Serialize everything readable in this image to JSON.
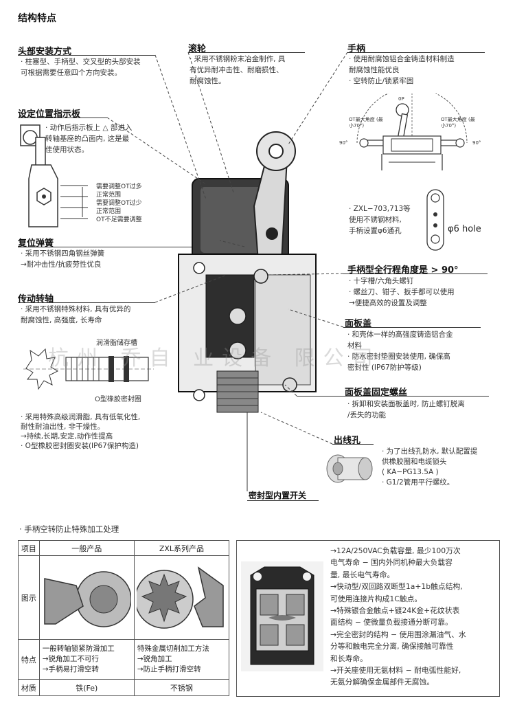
{
  "page_title": "结构特点",
  "sections": {
    "head_mount": {
      "title": "头部安装方式",
      "lines": [
        "· 柱塞型、手柄型、交叉型的头部安装",
        "  可根据需要任意四个方向安装。"
      ]
    },
    "indicator": {
      "title": "设定位置指示板",
      "lines": [
        "· 动作后指示板上 △ 部进入",
        "  转轴基座的凸面内, 这是最",
        "  佳使用状态。"
      ],
      "scale": [
        "需要调整OT过多",
        "正常范围",
        "需要调整OT过少",
        "正常范围",
        "OT不足需要调整"
      ]
    },
    "reset_spring": {
      "title": "复位弹簧",
      "lines": [
        "· 采用不锈钢四角钢丝弹簧",
        "  →耐冲击性/抗疲劳性优良"
      ]
    },
    "shaft": {
      "title": "传动转轴",
      "lines": [
        "· 采用不锈钢特殊材料, 具有优异的",
        "  耐腐蚀性, 高强度, 长寿命"
      ],
      "label_grease": "润滑脂储存槽",
      "label_oring": "O型橡胶密封圈",
      "lines2": [
        "· 采用特殊高级润滑脂, 具有低氧化性,",
        "  耐性耐油出性, 非干燥性。",
        "  →持续,长期,安定,动作性提高",
        "· O型橡胶密封圈安装(IP67保护构造)"
      ]
    },
    "roller": {
      "title": "滚轮",
      "lines": [
        "· 采用不锈钢粉末冶金制作, 具",
        "  有优异耐冲击性、耐磨损性、",
        "  耐腐蚀性。"
      ]
    },
    "lever": {
      "title": "手柄",
      "lines": [
        "· 使用耐腐蚀铝合金铸造材料制造",
        "  耐腐蚀性能优良",
        "· 空转防止/锁紧牢固"
      ],
      "diagram": {
        "op": "0P",
        "ot_left": "OT最大角度 (最小70°)",
        "ot_right": "OT最大角度 (最小70°)",
        "deg_left": "90°",
        "deg_right": "90°"
      }
    },
    "zxl": {
      "lines": [
        "· ZXL−703,713等",
        "  使用不锈钢材料,",
        "  手柄设置φ6通孔"
      ],
      "hole_label": "φ6 hole"
    },
    "travel": {
      "title": "手柄型全行程角度是 > 90°",
      "lines": [
        "· 十字槽/六角头螺钉",
        "· 螺丝刀、钳子、扳手都可以使用",
        "  →便捷高效的设置及调整"
      ]
    },
    "cover": {
      "title": "面板盖",
      "lines": [
        "· 和壳体一样的高强度铸造铝合金",
        "  材料",
        "· 防水密封垫圈安装使用, 确保高",
        "  密封性 (IP67防护等级)"
      ]
    },
    "cover_screw": {
      "title": "面板盖固定螺丝",
      "lines": [
        "· 拆卸和安装面板盖时, 防止螺钉脱离",
        "  /丢失的功能"
      ]
    },
    "outlet": {
      "title": "出线孔",
      "lines": [
        "· 为了出线孔防水, 默认配置提",
        "  供橡胶圈和电缆锁头",
        "  ( KA−PG13.5A )",
        "· G1/2管用平行螺纹。"
      ]
    },
    "sealed_switch": {
      "label": "密封型内置开关"
    },
    "watermark": "杭州 乔自 业设备 限公司",
    "bottom_title": "· 手柄空转防止特殊加工处理",
    "table": {
      "headers": [
        "项目",
        "一般产品",
        "ZXL系列产品"
      ],
      "row_diagram": "图示",
      "row_feature": "特点",
      "feature_general": [
        "一般转轴锁紧防滑加工",
        "→锐角加工不可行",
        "→手柄易打滑空转"
      ],
      "feature_zxl": [
        "特殊金属切削加工方法",
        "→锐角加工",
        "→防止手柄打滑空转"
      ],
      "row_material": "材质",
      "material_general": "铁(Fe)",
      "material_zxl": "不锈钢"
    },
    "right_box": {
      "lines": [
        "→12A/250VAC负载容量, 最少100万次",
        "  电气寿命 − 国内外同机种最大负载容",
        "  量, 最长电气寿命。",
        "→快动型/双回路双断型1a+1b触点结构,",
        "  可使用连接片构成1C触点。",
        "→特殊银合金触点+镀24K金+花纹状表",
        "  面结构 − 使微量负载接通分断可靠。",
        "→完全密封的结构 − 使用围涂漏油气、水",
        "  分等和触电完全分离, 确保接触可靠性",
        "  和长寿命。",
        "→开关座使用无氨材料 − 耐电弧性能好,",
        "  无氨分解确保金属部件无腐蚀。"
      ]
    }
  }
}
